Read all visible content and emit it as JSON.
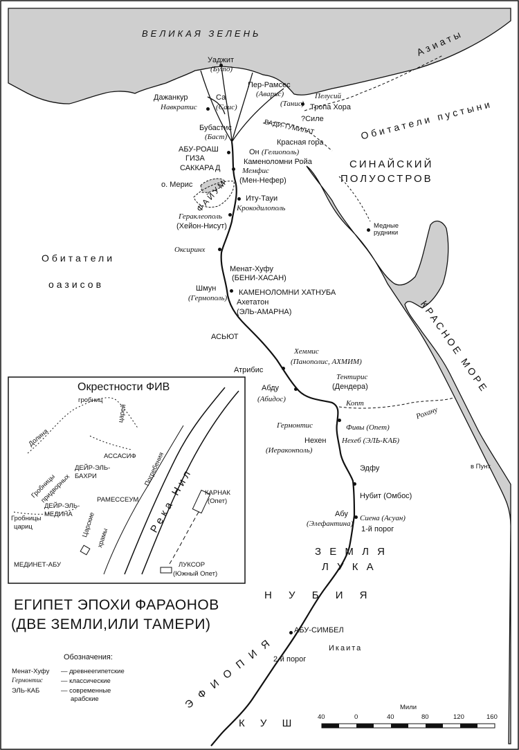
{
  "title": {
    "line1": "ЕГИПЕТ ЭПОХИ ФАРАОНОВ",
    "line2": "(ДВЕ ЗЕМЛИ,ИЛИ ТАМЕРИ)"
  },
  "regions": {
    "sea_north": "ВЕЛИКАЯ ЗЕЛЕНЬ",
    "red_sea": "КРАСНОЕ МОРЕ",
    "asiatics": "Азиаты",
    "desert_dwellers": "Обитатели пустыни",
    "sinai1": "СИНАЙСКИЙ",
    "sinai2": "ПОЛУОСТРОВ",
    "oasis1": "Обитатели",
    "oasis2": "оазисов",
    "faiyum": "ФАЙУМ",
    "wadi": "ВАДИ-ТУМИЛАТ",
    "lake_moeris": "о. Мерис",
    "luka": [
      "З Е М Л Я",
      "Л У К А"
    ],
    "nubia": "Н У Б И Я",
    "ethiopia": "Э Ф И О П И Я",
    "kush": "К У Ш",
    "ikaita": "Икаита"
  },
  "places": [
    {
      "text": "Уаджит",
      "style": "n"
    },
    {
      "text": "(Буто)",
      "style": "i"
    },
    {
      "text": "Дажанкур",
      "style": "n"
    },
    {
      "text": "Са",
      "style": "n"
    },
    {
      "text": "Навкратис",
      "style": "i"
    },
    {
      "text": "(Саис)",
      "style": "i"
    },
    {
      "text": "Пер-Рамсес",
      "style": "n"
    },
    {
      "text": "(Авaрис)",
      "style": "i"
    },
    {
      "text": "(Танис)",
      "style": "i"
    },
    {
      "text": "Пелусий",
      "style": "i"
    },
    {
      "text": "Тропа Хора",
      "style": "n"
    },
    {
      "text": "?Силе",
      "style": "n"
    },
    {
      "text": "Бубастис",
      "style": "n"
    },
    {
      "text": "(Баст)",
      "style": "i"
    },
    {
      "text": "Красная гора",
      "style": "n"
    },
    {
      "text": "Он",
      "style": "n"
    },
    {
      "text": "(Гелиополь)",
      "style": "i"
    },
    {
      "text": "Каменоломни Ройа",
      "style": "n"
    },
    {
      "text": "АБУ-РОАШ",
      "style": "n"
    },
    {
      "text": "ГИЗА",
      "style": "n"
    },
    {
      "text": "САККАРА",
      "style": "n"
    },
    {
      "text": "Д",
      "style": "n"
    },
    {
      "text": "Мемфис",
      "style": "i"
    },
    {
      "text": "(Мен-Нефер)",
      "style": "n"
    },
    {
      "text": "Иту-Тауи",
      "style": "n"
    },
    {
      "text": "Крокодилополь",
      "style": "i"
    },
    {
      "text": "Гераклеополь",
      "style": "i"
    },
    {
      "text": "(Хейон-Нисут)",
      "style": "n"
    },
    {
      "text": "Медные рудники",
      "style": "n"
    },
    {
      "text": "Оксиринх",
      "style": "i"
    },
    {
      "text": "Менат-Хуфу",
      "style": "n"
    },
    {
      "text": "(БЕНИ-ХАСАН)",
      "style": "n"
    },
    {
      "text": "Шмун",
      "style": "n"
    },
    {
      "text": "(Гермополь)",
      "style": "i"
    },
    {
      "text": "КАМЕНОЛОМНИ ХАТНУБА",
      "style": "n"
    },
    {
      "text": "Ахетатон",
      "style": "n"
    },
    {
      "text": "(ЭЛЬ-АМАРНА)",
      "style": "n"
    },
    {
      "text": "АСЬЮТ",
      "style": "n"
    },
    {
      "text": "Хеммис",
      "style": "i"
    },
    {
      "text": "(Панополис, АХМИМ)",
      "style": "i"
    },
    {
      "text": "Атрибис",
      "style": "n"
    },
    {
      "text": "Абду",
      "style": "n"
    },
    {
      "text": "(Абидос)",
      "style": "i"
    },
    {
      "text": "Тентирис",
      "style": "i"
    },
    {
      "text": "(Дендера)",
      "style": "n"
    },
    {
      "text": "Копт",
      "style": "i"
    },
    {
      "text": "Рохану",
      "style": "i"
    },
    {
      "text": "Гермонтис",
      "style": "i"
    },
    {
      "text": "Фивы (Опет)",
      "style": "i"
    },
    {
      "text": "Нехен",
      "style": "n"
    },
    {
      "text": "Нехеб (ЭЛЬ-КАБ)",
      "style": "i"
    },
    {
      "text": "(Иераконполь)",
      "style": "i"
    },
    {
      "text": "Эдфу",
      "style": "n"
    },
    {
      "text": "Нубит (Омбос)",
      "style": "n"
    },
    {
      "text": "Абу",
      "style": "n"
    },
    {
      "text": "(Элефантина)",
      "style": "i"
    },
    {
      "text": "Сиена (Асуан)",
      "style": "i"
    },
    {
      "text": "1-й порог",
      "style": "n"
    },
    {
      "text": "АБУ-СИМБЕЛ",
      "style": "n"
    },
    {
      "text": "2-й порог",
      "style": "n"
    },
    {
      "text": "в Пунт",
      "style": "n"
    }
  ],
  "inset": {
    "title": "Окрестности ФИВ",
    "labels": [
      "Долина",
      "гробниц",
      "царей",
      "АССАСИФ",
      "ДЕЙР-ЭЛЬ-",
      "БАХРИ",
      "Гробницы",
      "придворных",
      "Погребения",
      "РАМЕССЕУМ",
      "ДЕЙР-ЭЛЬ-",
      "МЕДИНА",
      "Гробницы",
      "цариц",
      "Царские",
      "храмы",
      "Река Нил",
      "КАРНАК",
      "(Опет)",
      "ЛУКСОР",
      "(Южный Опет)",
      "МЕДИНЕТ-АБУ"
    ]
  },
  "legend": {
    "heading": "Обозначения:",
    "rows": [
      {
        "sample": "Менат-Хуфу",
        "desc": "— древнеегипетские"
      },
      {
        "sample": "Гермонтис",
        "desc": "— классические"
      },
      {
        "sample": "ЭЛЬ-КАБ",
        "desc": "— современные"
      },
      {
        "sample": "",
        "desc": "арабские"
      }
    ]
  },
  "scale": {
    "label": "Мили",
    "ticks": [
      "40",
      "0",
      "40",
      "80",
      "120",
      "160"
    ]
  },
  "colors": {
    "land": "#ffffff",
    "water": "#cfcfcf",
    "ink": "#111111"
  }
}
